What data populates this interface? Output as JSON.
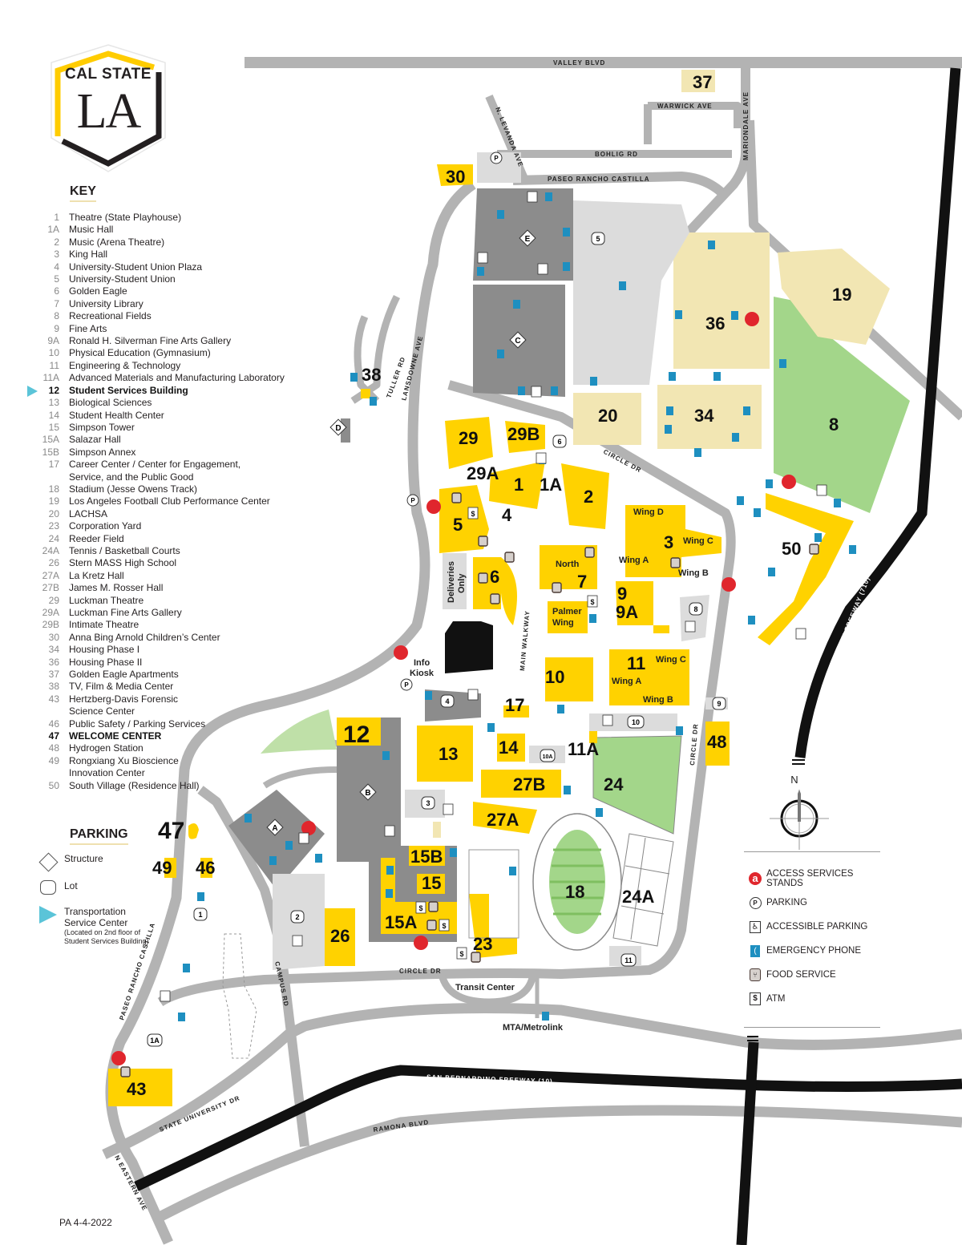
{
  "logo": {
    "line1": "CAL STATE",
    "line2": "LA"
  },
  "key": {
    "title": "KEY",
    "items": [
      {
        "num": "1",
        "name": "Theatre (State Playhouse)"
      },
      {
        "num": "1A",
        "name": "Music Hall"
      },
      {
        "num": "2",
        "name": "Music (Arena Theatre)"
      },
      {
        "num": "3",
        "name": "King Hall"
      },
      {
        "num": "4",
        "name": "University-Student Union Plaza"
      },
      {
        "num": "5",
        "name": "University-Student Union"
      },
      {
        "num": "6",
        "name": "Golden Eagle"
      },
      {
        "num": "7",
        "name": "University Library"
      },
      {
        "num": "8",
        "name": "Recreational Fields"
      },
      {
        "num": "9",
        "name": "Fine Arts"
      },
      {
        "num": "9A",
        "name": "Ronald H. Silverman Fine Arts Gallery"
      },
      {
        "num": "10",
        "name": "Physical Education (Gymnasium)"
      },
      {
        "num": "11",
        "name": "Engineering & Technology"
      },
      {
        "num": "11A",
        "name": "Advanced Materials and Manufacturing Laboratory"
      },
      {
        "num": "12",
        "name": "Student Services Building",
        "bold": true,
        "marker": true
      },
      {
        "num": "13",
        "name": "Biological Sciences"
      },
      {
        "num": "14",
        "name": "Student Health Center"
      },
      {
        "num": "15",
        "name": "Simpson Tower"
      },
      {
        "num": "15A",
        "name": "Salazar Hall"
      },
      {
        "num": "15B",
        "name": "Simpson Annex"
      },
      {
        "num": "17",
        "name": "Career Center / Center for Engagement,"
      },
      {
        "num": "",
        "name": "Service, and the Public Good"
      },
      {
        "num": "18",
        "name": "Stadium (Jesse Owens Track)"
      },
      {
        "num": "19",
        "name": "Los Angeles Football Club Performance Center"
      },
      {
        "num": "20",
        "name": "LACHSA"
      },
      {
        "num": "23",
        "name": "Corporation Yard"
      },
      {
        "num": "24",
        "name": "Reeder Field"
      },
      {
        "num": "24A",
        "name": "Tennis / Basketball Courts"
      },
      {
        "num": "26",
        "name": "Stern MASS High School"
      },
      {
        "num": "27A",
        "name": "La Kretz Hall"
      },
      {
        "num": "27B",
        "name": "James M. Rosser Hall"
      },
      {
        "num": "29",
        "name": "Luckman Theatre"
      },
      {
        "num": "29A",
        "name": "Luckman Fine Arts Gallery"
      },
      {
        "num": "29B",
        "name": "Intimate Theatre"
      },
      {
        "num": "30",
        "name": "Anna Bing Arnold Children’s Center"
      },
      {
        "num": "34",
        "name": "Housing Phase I"
      },
      {
        "num": "36",
        "name": "Housing Phase II"
      },
      {
        "num": "37",
        "name": "Golden Eagle Apartments"
      },
      {
        "num": "38",
        "name": "TV, Film & Media Center"
      },
      {
        "num": "43",
        "name": "Hertzberg-Davis Forensic"
      },
      {
        "num": "",
        "name": "Science Center"
      },
      {
        "num": "46",
        "name": "Public Safety / Parking Services"
      },
      {
        "num": "47",
        "name": "WELCOME CENTER",
        "bold": true
      },
      {
        "num": "48",
        "name": "Hydrogen Station"
      },
      {
        "num": "49",
        "name": "Rongxiang Xu Bioscience"
      },
      {
        "num": "",
        "name": "Innovation Center"
      },
      {
        "num": "50",
        "name": "South Village (Residence Hall)"
      }
    ]
  },
  "parking": {
    "title": "PARKING",
    "structure": "Structure",
    "lot": "Lot",
    "tsc_line1": "Transportation",
    "tsc_line2": "Service Center",
    "tsc_note1": "(Located on 2nd floor of",
    "tsc_note2": "Student Services Building)"
  },
  "legend": {
    "access": "ACCESS SERVICES STANDS",
    "parking": "PARKING",
    "accessible": "ACCESSIBLE PARKING",
    "phone": "EMERGENCY PHONE",
    "food": "FOOD SERVICE",
    "atm": "ATM"
  },
  "colors": {
    "building": "#ffd200",
    "housing": "#f2e6b3",
    "field": "#a3d68a",
    "road": "#b3b3b3",
    "freeway": "#111111",
    "structure": "#8c8c8c",
    "lot": "#dcdcdc",
    "phone": "#1e8fc0",
    "access": "#e0262d"
  },
  "streets": {
    "valley": "VALLEY BLVD",
    "warwick": "WARWICK AVE",
    "bohlig": "BOHLIG RD",
    "levanda": "N. LEVANDA AVE",
    "mariondale": "MARIONDALE AVE",
    "paseo_top": "PASEO RANCHO CASTILLA",
    "paseo_left": "PASEO RANCHO CASTILLA",
    "tuller": "TULLER RD",
    "lansdowne": "LANSDOWNE AVE",
    "circle_top": "CIRCLE DR",
    "circle_right": "CIRCLE DR",
    "circle_bottom": "CIRCLE DR",
    "main_walkway": "MAIN WALKWAY",
    "campus_rd": "CAMPUS RD",
    "state_univ": "STATE UNIVERSITY DR",
    "sb_freeway": "SAN BERNARDINO FREEWAY (10)",
    "ramona": "RAMONA BLVD",
    "eastern": "N EASTERN AVE",
    "lb_freeway": "LONG BEACH FREEWAY (710)"
  },
  "places": {
    "transit": "Transit Center",
    "metro": "MTA/Metrolink",
    "info1": "Info",
    "info2": "Kiosk",
    "deliveries1": "Deliveries",
    "deliveries2": "Only",
    "north": "North",
    "palmer1": "Palmer",
    "palmer2": "Wing",
    "wing_a": "Wing A",
    "wing_b": "Wing B",
    "wing_c": "Wing C",
    "wing_d": "Wing D",
    "compass_n": "N"
  },
  "building_labels": {
    "b1": "1",
    "b1a": "1A",
    "b2": "2",
    "b3": "3",
    "b4": "4",
    "b5": "5",
    "b6": "6",
    "b7": "7",
    "b8": "8",
    "b9": "9",
    "b9a": "9A",
    "b10": "10",
    "b11": "11",
    "b11a": "11A",
    "b12": "12",
    "b13": "13",
    "b14": "14",
    "b15": "15",
    "b15a": "15A",
    "b15b": "15B",
    "b17": "17",
    "b18": "18",
    "b19": "19",
    "b20": "20",
    "b23": "23",
    "b24": "24",
    "b24a": "24A",
    "b26": "26",
    "b27a": "27A",
    "b27b": "27B",
    "b29": "29",
    "b29a": "29A",
    "b29b": "29B",
    "b30": "30",
    "b34": "34",
    "b36": "36",
    "b37": "37",
    "b38": "38",
    "b43": "43",
    "b46": "46",
    "b47": "47",
    "b48": "48",
    "b49": "49",
    "b50": "50"
  },
  "structures": {
    "A": "A",
    "B": "B",
    "C": "C",
    "D": "D",
    "E": "E"
  },
  "lots": {
    "l1": "1",
    "l1a": "1A",
    "l2": "2",
    "l3": "3",
    "l4": "4",
    "l5": "5",
    "l6": "6",
    "l8": "8",
    "l9": "9",
    "l10": "10",
    "l10a": "10A",
    "l11": "11"
  },
  "footer": {
    "code": "PA 4-4-2022"
  }
}
